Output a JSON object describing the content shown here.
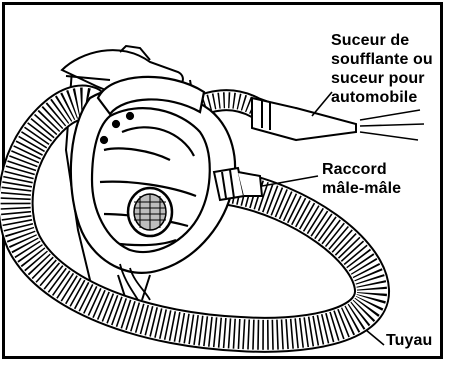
{
  "figure": {
    "labels": {
      "blower_nozzle": "Suceur de\nsoufflante ou\nsuceur pour\nautomobile",
      "coupler": "Raccord\nmâle-mâle",
      "hose": "Tuyau"
    },
    "colors": {
      "ink": "#000000",
      "paper": "#ffffff",
      "shade": "#bdbdbd"
    }
  }
}
